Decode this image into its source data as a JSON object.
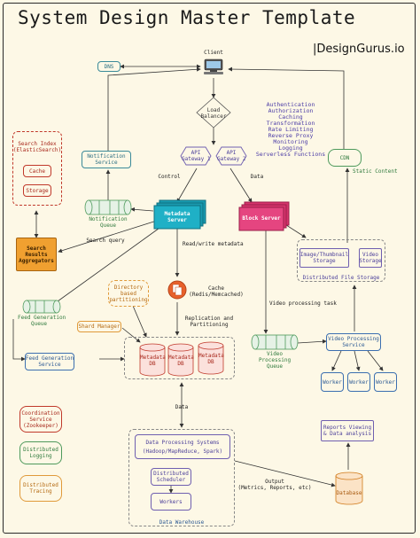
{
  "title": "System Design Master Template",
  "brand": "|DesignGurus.io",
  "nodes": {
    "client": "Client",
    "dns": "DNS",
    "load_balancer": "Load\nBalancer",
    "api_gateway_1": "API\nGateway 1",
    "api_gateway_2": "API\nGateway 2",
    "notification_service": "Notification\nService",
    "notification_queue": "Notification\nQueue",
    "metadata_server": "Metadata\nServer",
    "block_server": "Block Server",
    "cdn": "CDN",
    "search_index": "Search Index\n(ElasticSearch)",
    "cache_small": "Cache",
    "storage_small": "Storage",
    "search_aggregators": "Search\nResults\nAggregators",
    "image_storage": "Image/Thumbnail\nStorage",
    "video_storage": "Video\nStorage",
    "distributed_file_storage": "Distributed File Storage",
    "directory_partitioning": "Directory\nbased\npartitioning",
    "cache_redis": "Cache\n(Redis/Memcached)",
    "feed_generation_queue": "Feed Generation\nQueue",
    "shard_manager": "Shard Manager",
    "feed_generation_service": "Feed Generation\nService",
    "metadata_db_1": "Metadata\nDB",
    "metadata_db_2": "Metadata\nDB",
    "metadata_db_3": "Metadata\nDB",
    "video_processing_queue": "Video\nProcessing\nQueue",
    "video_processing_service": "Video Processing\nService",
    "worker_1": "Worker",
    "worker_2": "Worker",
    "worker_3": "Worker",
    "coordination_service": "Coordination\nService\n(Zookeeper)",
    "distributed_logging": "Distributed\nLogging",
    "distributed_tracing": "Distributed\nTracing",
    "data_processing_systems": "Data Processing Systems",
    "hadoop": "(Hadoop/MapReduce, Spark)",
    "distributed_scheduler": "Distributed\nScheduler",
    "workers": "Workers",
    "data_warehouse": "Data Warehouse",
    "reports": "Reports Viewing\n& Data analysis",
    "database": "Database"
  },
  "gateway_features": [
    "Authentication",
    "Authorization",
    "Caching",
    "Transformation",
    "Rate Limiting",
    "Reverse Proxy",
    "Monitoring",
    "Logging",
    "Serverless Functions"
  ],
  "edge_labels": {
    "control": "Control",
    "data": "Data",
    "static_content": "Static Content",
    "search_query": "Search query",
    "read_write_metadata": "Read/write metadata",
    "replication": "Replication and\nPartitioning",
    "video_processing_task": "Video processing task",
    "data_down": "Data",
    "output": "Output\n(Metrics, Reports, etc)"
  },
  "colors": {
    "background": "#fdf8e6",
    "metadata_server": "#1a9bb0",
    "block_server": "#d6336c",
    "search_aggregators": "#f0a030",
    "gateway_text": "#4b3ca6"
  }
}
